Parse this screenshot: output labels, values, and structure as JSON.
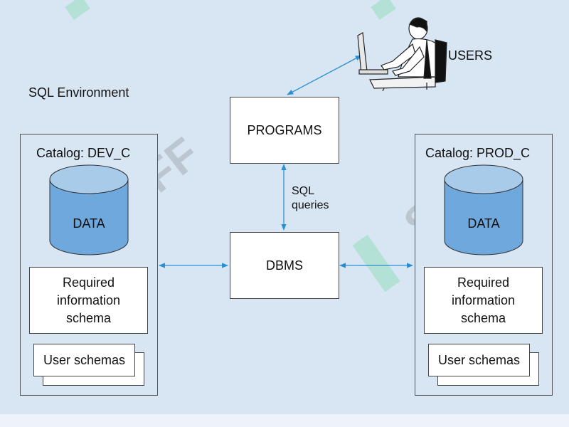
{
  "environment_label": "SQL Environment",
  "users_label": "USERS",
  "programs_label": "PROGRAMS",
  "dbms_label": "DBMS",
  "sql_queries": {
    "line1": "SQL",
    "line2": "queries"
  },
  "catalog_left": {
    "title": "Catalog: DEV_C",
    "data_label": "DATA",
    "schema_lines": [
      "Required",
      "information",
      "schema"
    ],
    "user_schemas_label": "User schemas"
  },
  "catalog_right": {
    "title": "Catalog: PROD_C",
    "data_label": "DATA",
    "schema_lines": [
      "Required",
      "information",
      "schema"
    ],
    "user_schemas_label": "User schemas"
  },
  "watermark_text": "SOFF",
  "colors": {
    "background": "#d8e6f4",
    "arrow": "#2a8fd0",
    "cylinder_fill": "#6fa8dc",
    "cylinder_top": "#a9cbea",
    "watermark_green": "#6fd69b"
  },
  "icons": [
    "user-at-computer-icon"
  ]
}
